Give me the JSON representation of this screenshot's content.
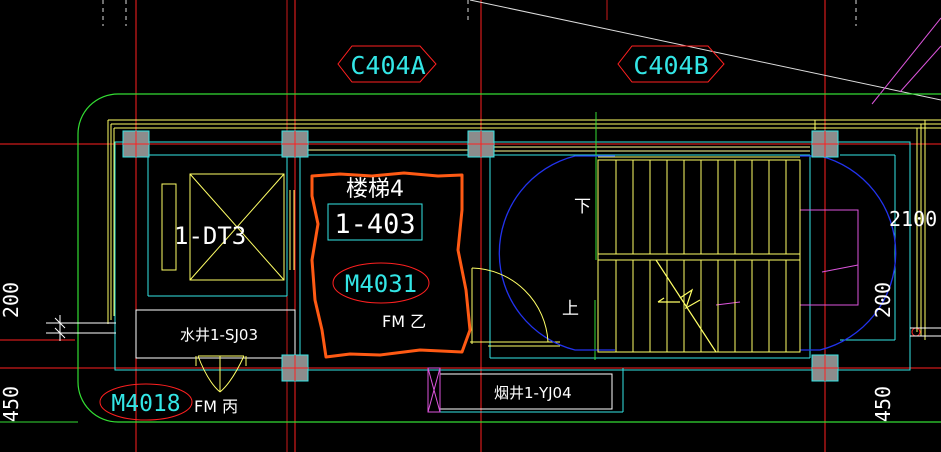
{
  "grid_tags": {
    "left": "C404A",
    "right": "C404B"
  },
  "room": {
    "stair_name": "楼梯4",
    "room_id": "1-403",
    "elevator": "1-DT3"
  },
  "doors": {
    "main": "M4031",
    "main_fire_rating": "FM 乙",
    "lower_left": "M4018",
    "lower_left_fire_rating": "FM 丙"
  },
  "shafts": {
    "water": "水井1-SJ03",
    "smoke": "烟井1-YJ04"
  },
  "stair_labels": {
    "down": "下",
    "up": "上"
  },
  "dimensions": {
    "left_upper": "200",
    "left_lower": "450",
    "right_mid": "200",
    "right_lower": "450",
    "right_top": "2100"
  },
  "colors": {
    "background": "#000000",
    "axis_red": "#ff2020",
    "wall_yellow": "#ffff66",
    "outline_green": "#33dd33",
    "cyan": "#33e6e6",
    "blue": "#2233ee",
    "column_fill": "#8c8c8c",
    "markup_orange": "#ff5a14",
    "magenta": "#dd55dd",
    "text_white": "#ffffff"
  }
}
